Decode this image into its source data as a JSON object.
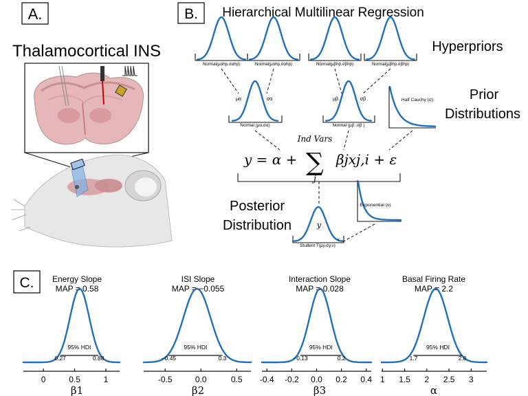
{
  "panel_a": {
    "label": "A.",
    "title": "Thalamocortical INS"
  },
  "panel_b": {
    "label": "B.",
    "title": "Hierarchical Multilinear Regression",
    "hyperpriors_label": "Hyperpriors",
    "prior_label_1": "Prior",
    "prior_label_2": "Distributions",
    "posterior_label_1": "Posterior",
    "posterior_label_2": "Distribution",
    "hyperprior_captions": [
      "Normal(μαhp,σαhp)",
      "Normal(μαhp,σαhp)",
      "Normal(μβhp,σβhp)",
      "Normal(μβhp,σβhp)"
    ],
    "prior_captions": {
      "alpha": "Normal (μα,σα)",
      "beta": "Normal (μβ ,σβ )",
      "half_cauchy": "Half Cauchy (σ)",
      "exponential": "Exponential (ν)",
      "student": "Student T(μy,σy,ν)"
    },
    "param_labels": {
      "mu_alpha": "μα",
      "sigma_alpha": "σα",
      "mu_beta": "μβ",
      "sigma_beta": "σβ",
      "sigma": "σ",
      "nu": "ν",
      "y": "y"
    },
    "equation": {
      "lhs": "y = α +",
      "sum_top": "Ind Vars",
      "sum_symbol": "∑",
      "sum_index": "j",
      "term": "βjxj,i + ε"
    }
  },
  "panel_c": {
    "label": "C.",
    "hdi_label": "95% HDI"
  },
  "chart_data": [
    {
      "type": "area",
      "title": "Energy Slope",
      "subtitle": "MAP = 0.58",
      "xlabel": "β1",
      "map": 0.58,
      "hdi": [
        0.27,
        0.88
      ],
      "hdi_labels": [
        "0.27",
        "0.88"
      ],
      "xticks": [
        0,
        0.5,
        1
      ],
      "xtick_labels": [
        "0",
        "0.5",
        "1"
      ],
      "xlim": [
        -0.32,
        1.22
      ],
      "sd": 0.155
    },
    {
      "type": "area",
      "title": "ISI Slope",
      "subtitle": "MAP = −0.055",
      "xlabel": "β2",
      "map": -0.055,
      "hdi": [
        -0.45,
        0.3
      ],
      "hdi_labels": [
        "−0.45",
        "0.3"
      ],
      "xticks": [
        -0.5,
        0,
        0.5
      ],
      "xtick_labels": [
        "-0.5",
        "0.0",
        "0.5"
      ],
      "xlim": [
        -0.8,
        0.7
      ],
      "sd": 0.19
    },
    {
      "type": "area",
      "title": "Interaction Slope",
      "subtitle": "MAP = 0.028",
      "xlabel": "β3",
      "map": 0.028,
      "hdi": [
        -0.13,
        0.2
      ],
      "hdi_labels": [
        "−0.13",
        "0.2"
      ],
      "xticks": [
        -0.4,
        -0.2,
        0,
        0.2,
        0.4
      ],
      "xtick_labels": [
        "-0.4",
        "-0.2",
        "0.0",
        "0.2",
        "0.4"
      ],
      "xlim": [
        -0.44,
        0.44
      ],
      "sd": 0.085
    },
    {
      "type": "area",
      "title": "Basal Firing Rate",
      "subtitle": "MAP = 2.2",
      "xlabel": "α",
      "map": 2.2,
      "hdi": [
        1.7,
        2.8
      ],
      "hdi_labels": [
        "1.7",
        "2.8"
      ],
      "xticks": [
        1,
        1.5,
        2,
        2.5,
        3
      ],
      "xtick_labels": [
        "1",
        "1.5",
        "2",
        "2.5",
        "3"
      ],
      "xlim": [
        0.98,
        3.35
      ],
      "sd": 0.27
    }
  ]
}
